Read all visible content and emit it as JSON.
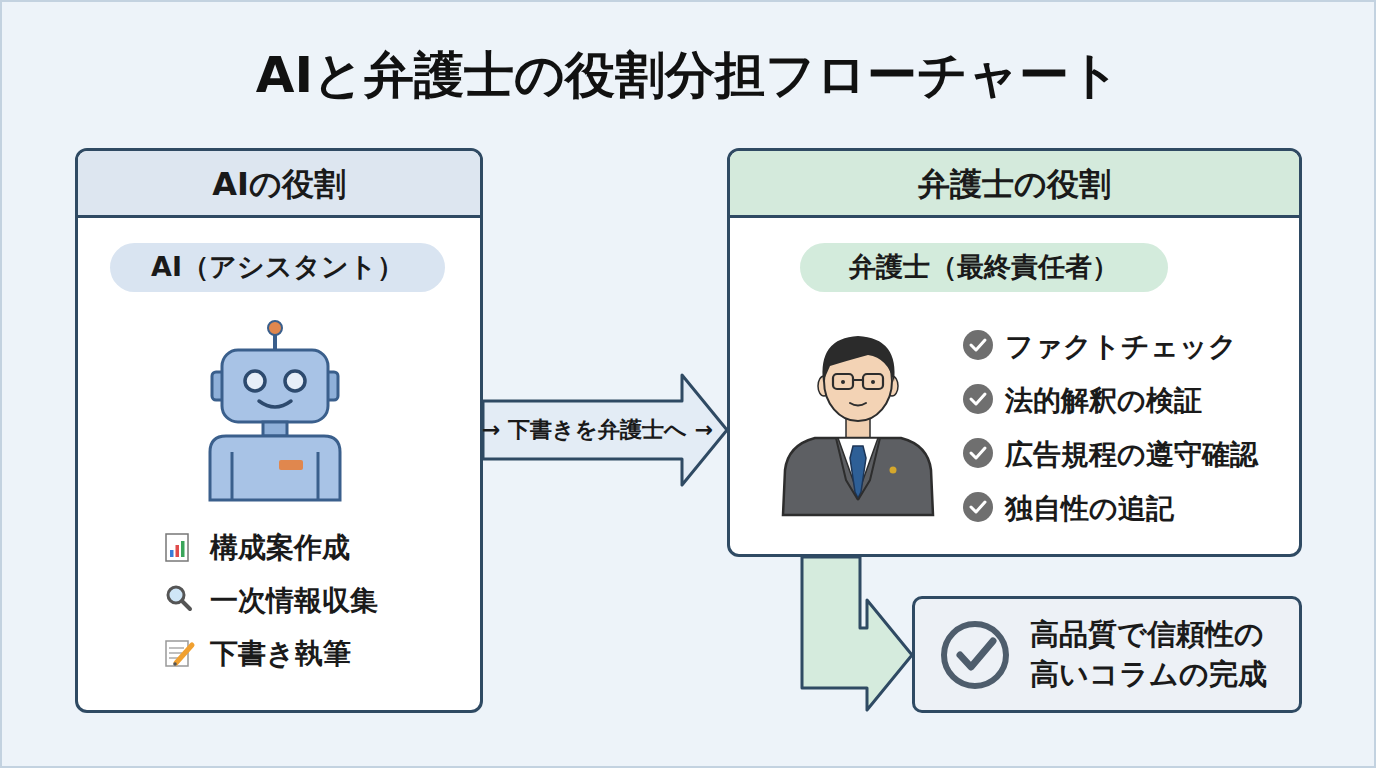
{
  "diagram": {
    "title": "AIと弁護士の役割分担フローチャート",
    "nodes": [
      {
        "text": [
          "AIの役割",
          "構成案作成",
          "一次情報収集",
          "下書き執筆"
        ]
      },
      {
        "text": [
          "AI（アシスタント）"
        ],
        "in": 0
      },
      {
        "text": [
          "弁護士の役割",
          "ファクトチェック",
          "法的解釈の検証",
          "広告規程の遵守確認",
          "独自性の追記"
        ]
      },
      {
        "text": [
          "弁護士（最終責任者）"
        ],
        "in": 2
      },
      {
        "text": [
          "高品質で信頼性の 高いコラムの完成"
        ]
      }
    ],
    "edges": [
      {
        "from": 0,
        "to": 2,
        "label": "→ 下書きを弁護士へ →",
        "arrow": "to"
      },
      {
        "from": 2,
        "to": 4,
        "arrow": "to"
      }
    ]
  }
}
